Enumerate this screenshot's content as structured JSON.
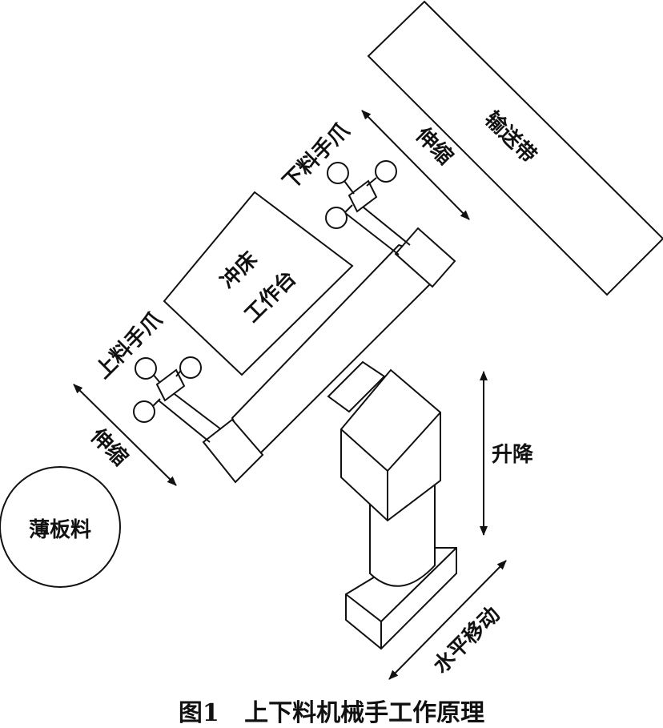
{
  "labels": {
    "conveyor": "输送带",
    "press_line1": "冲床",
    "press_line2": "工作台",
    "unload_gripper": "下料手爪",
    "load_gripper": "上料手爪",
    "telescope_upper": "伸缩",
    "telescope_lower": "伸缩",
    "lift": "升降",
    "horizontal_move": "水平移动",
    "sheet_material": "薄板料"
  },
  "caption": "图1   上下料机械手工作原理"
}
